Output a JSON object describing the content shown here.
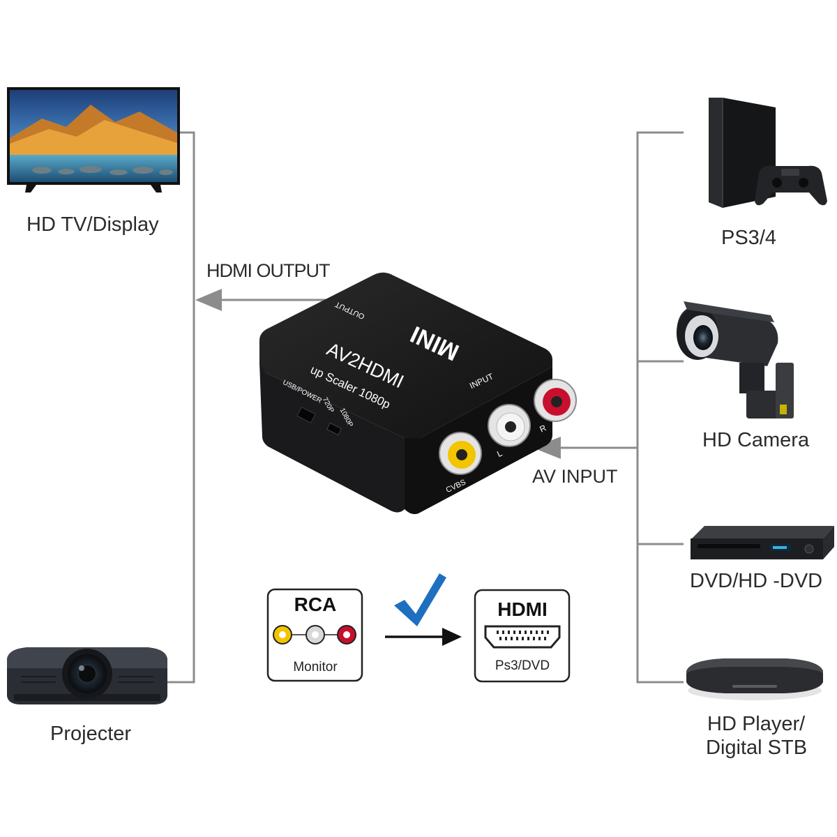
{
  "devices": {
    "tv": "HD TV/Display",
    "projector": "Projecter",
    "ps": "PS3/4",
    "camera": "HD Camera",
    "dvd": "DVD/HD -DVD",
    "player_line1": "HD Player/",
    "player_line2": "Digital STB"
  },
  "arrows": {
    "hdmi_output": "HDMI OUTPUT",
    "av_input": "AV INPUT"
  },
  "converter": {
    "brand": "MINI",
    "model": "AV2HDMI",
    "tagline": "up Scaler 1080p",
    "output_label": "OUTPUT",
    "input_label": "INPUT",
    "usb_label": "USB/POWER",
    "res_720": "720P",
    "res_1080": "1080P",
    "cvbs_label": "CVBS",
    "l_label": "L",
    "r_label": "R"
  },
  "legend": {
    "rca_title": "RCA",
    "rca_sub": "Monitor",
    "hdmi_title": "HDMI",
    "hdmi_sub": "Ps3/DVD"
  },
  "colors": {
    "line": "#8c8c8c",
    "check": "#1e6fc0",
    "rca_yellow": "#f2c500",
    "rca_white": "#d8d8d8",
    "rca_red": "#c8102e"
  }
}
